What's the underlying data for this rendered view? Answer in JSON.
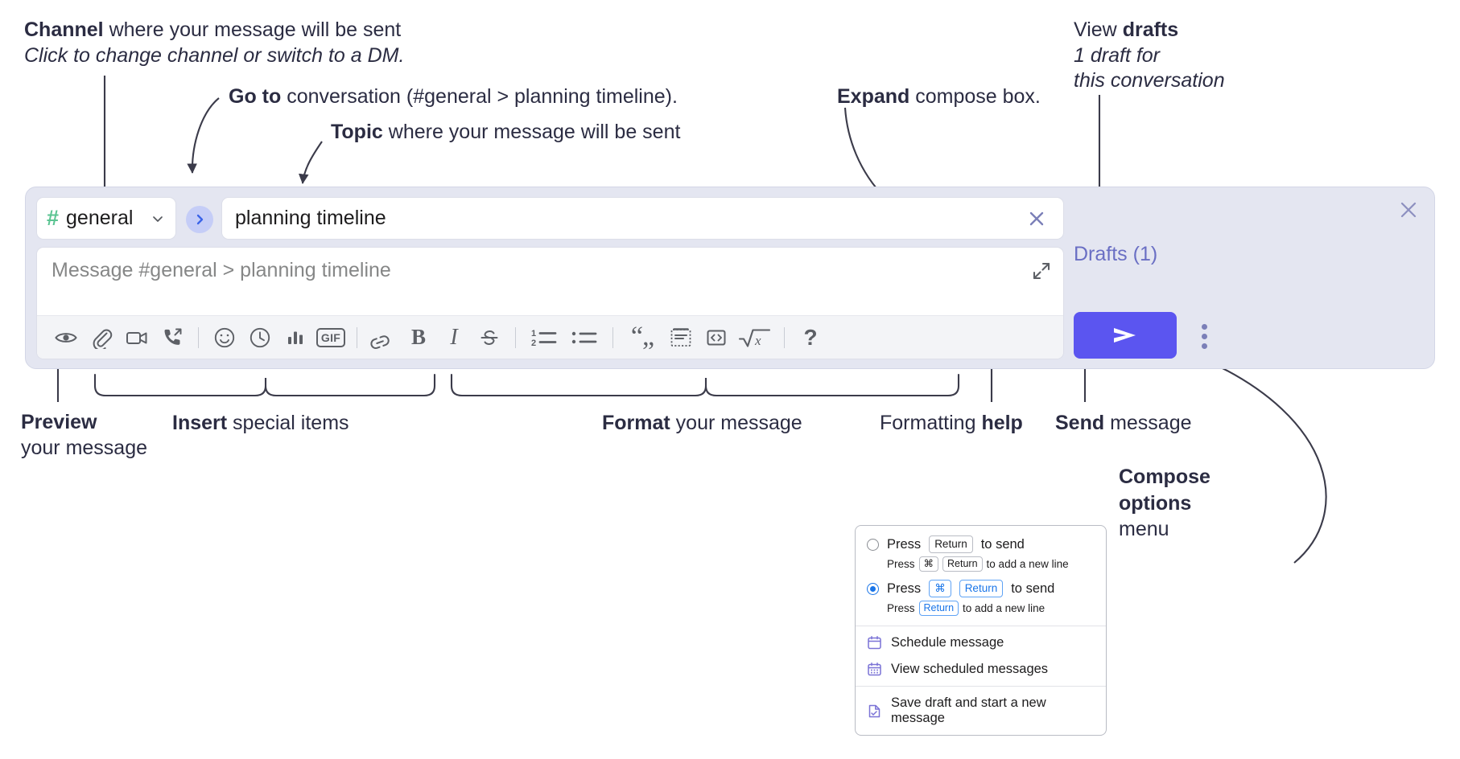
{
  "annotations": {
    "channel": {
      "bold": "Channel",
      "rest": " where your message will be sent",
      "italic": "Click to change channel or switch to a DM."
    },
    "goto": {
      "bold": "Go to",
      "rest": " conversation (#general > planning timeline)."
    },
    "topic": {
      "bold": "Topic",
      "rest": " where your message will be sent"
    },
    "expand": {
      "bold": "Expand",
      "rest": " compose box."
    },
    "drafts": {
      "pre": "View ",
      "bold": "drafts",
      "italic1": "1 draft for",
      "italic2": "this conversation"
    },
    "preview": {
      "bold": "Preview",
      "line2": "your message"
    },
    "insert": {
      "bold": "Insert",
      "rest": " special items"
    },
    "format": {
      "bold": "Format",
      "rest": " your message"
    },
    "help": {
      "pre": "Formatting ",
      "bold": "help"
    },
    "send": {
      "bold": "Send",
      "rest": " message"
    },
    "compose_options": {
      "bold1": "Compose",
      "bold2": "options",
      "rest": "menu"
    }
  },
  "compose": {
    "channel": {
      "hash": "#",
      "name": "general",
      "chevron_icon": "chevron-down-icon"
    },
    "goto_icon": "chevron-right-icon",
    "topic": {
      "value": "planning timeline",
      "clear_icon": "close-icon"
    },
    "message": {
      "placeholder": "Message #general > planning timeline",
      "value": "",
      "expand_icon": "expand-icon"
    },
    "drafts_label": "Drafts (1)",
    "panel_close_icon": "close-icon",
    "send_icon": "send-icon",
    "options_icon": "kebab-menu-icon",
    "toolbar": [
      {
        "name": "preview-button",
        "icon": "eye-icon",
        "label": "Preview"
      },
      {
        "name": "attach-button",
        "icon": "paperclip-icon",
        "label": "Attach file"
      },
      {
        "name": "video-clip-button",
        "icon": "video-camera-icon",
        "label": "Record video clip"
      },
      {
        "name": "audio-clip-button",
        "icon": "phone-arrow-icon",
        "label": "Record audio clip"
      },
      {
        "name": "separator-1",
        "icon": "divider",
        "label": ""
      },
      {
        "name": "emoji-button",
        "icon": "smiley-icon",
        "label": "Emoji"
      },
      {
        "name": "reminder-button",
        "icon": "clock-icon",
        "label": "Reminder"
      },
      {
        "name": "poll-button",
        "icon": "bar-chart-icon",
        "label": "Poll"
      },
      {
        "name": "gif-button",
        "icon": "gif-icon",
        "label": "GIF"
      },
      {
        "name": "separator-2",
        "icon": "divider",
        "label": ""
      },
      {
        "name": "link-button",
        "icon": "link-icon",
        "label": "Link"
      },
      {
        "name": "bold-button",
        "icon": "bold-icon",
        "label": "Bold"
      },
      {
        "name": "italic-button",
        "icon": "italic-icon",
        "label": "Italic"
      },
      {
        "name": "strikethrough-button",
        "icon": "strikethrough-icon",
        "label": "Strikethrough"
      },
      {
        "name": "separator-3",
        "icon": "divider",
        "label": ""
      },
      {
        "name": "ordered-list-button",
        "icon": "ordered-list-icon",
        "label": "Ordered list"
      },
      {
        "name": "bulleted-list-button",
        "icon": "bulleted-list-icon",
        "label": "Bulleted list"
      },
      {
        "name": "separator-4",
        "icon": "divider",
        "label": ""
      },
      {
        "name": "blockquote-button",
        "icon": "quote-icon",
        "label": "Blockquote"
      },
      {
        "name": "code-block-button",
        "icon": "code-block-icon",
        "label": "Code block"
      },
      {
        "name": "code-button",
        "icon": "code-icon",
        "label": "Code"
      },
      {
        "name": "math-button",
        "icon": "sqrt-x-icon",
        "label": "Math"
      },
      {
        "name": "separator-5",
        "icon": "divider",
        "label": ""
      },
      {
        "name": "help-button",
        "icon": "question-mark-icon",
        "label": "Formatting help"
      }
    ]
  },
  "menu": {
    "options": [
      {
        "selected": false,
        "label_pre": "Press",
        "key1": "Return",
        "key2": null,
        "label_post": "to send",
        "sub_pre": "Press",
        "sub_key1": "⌘",
        "sub_key2": "Return",
        "sub_post": "to add a new line"
      },
      {
        "selected": true,
        "label_pre": "Press",
        "key1": "⌘",
        "key2": "Return",
        "label_post": "to send",
        "sub_pre": "Press",
        "sub_key1": "Return",
        "sub_key2": null,
        "sub_post": "to add a new line"
      }
    ],
    "items": [
      {
        "icon": "calendar-icon",
        "label": "Schedule message"
      },
      {
        "icon": "calendar-grid-icon",
        "label": "View scheduled messages"
      },
      {
        "icon": "document-check-icon",
        "label": "Save draft and start a new message"
      }
    ]
  },
  "colors": {
    "panel_bg": "#e4e6f1",
    "send_button": "#5b55f0",
    "hash_green": "#5bc492",
    "goto_blue": "#c5cdf7",
    "drafts_purple": "#6a6fc4",
    "menu_icon_purple": "#7a72d6",
    "radio_blue": "#1a75e8",
    "text": "#2b2c42"
  }
}
